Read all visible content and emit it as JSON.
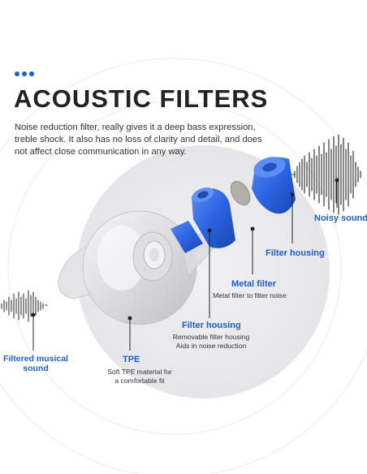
{
  "header": {
    "title": "ACOUSTIC FILTERS",
    "description": "Noise reduction filter, really gives it a deep bass expression, treble shock. It also has no loss of clarity and detail, and does not affect close communication in any way."
  },
  "labels": {
    "noisy_sound": "Noisy sound",
    "filter_housing_top": "Filter housing",
    "metal_filter": "Metal filter",
    "metal_filter_desc": "Metal filter to filter noise",
    "filter_housing": "Filter housing",
    "filter_housing_desc_1": "Removable filter housing",
    "filter_housing_desc_2": "Aids in noise reduction",
    "tpe": "TPE",
    "tpe_desc_1": "Soft TPE material for",
    "tpe_desc_2": "a comfortable fit",
    "filtered_1": "Filtered musical",
    "filtered_2": "sound"
  },
  "colors": {
    "accent": "#1f5fc9",
    "filter_blue": "#2b63e0",
    "title": "#222222"
  },
  "icons": [
    "header-dots",
    "sound-wave-noisy",
    "sound-wave-filtered"
  ]
}
